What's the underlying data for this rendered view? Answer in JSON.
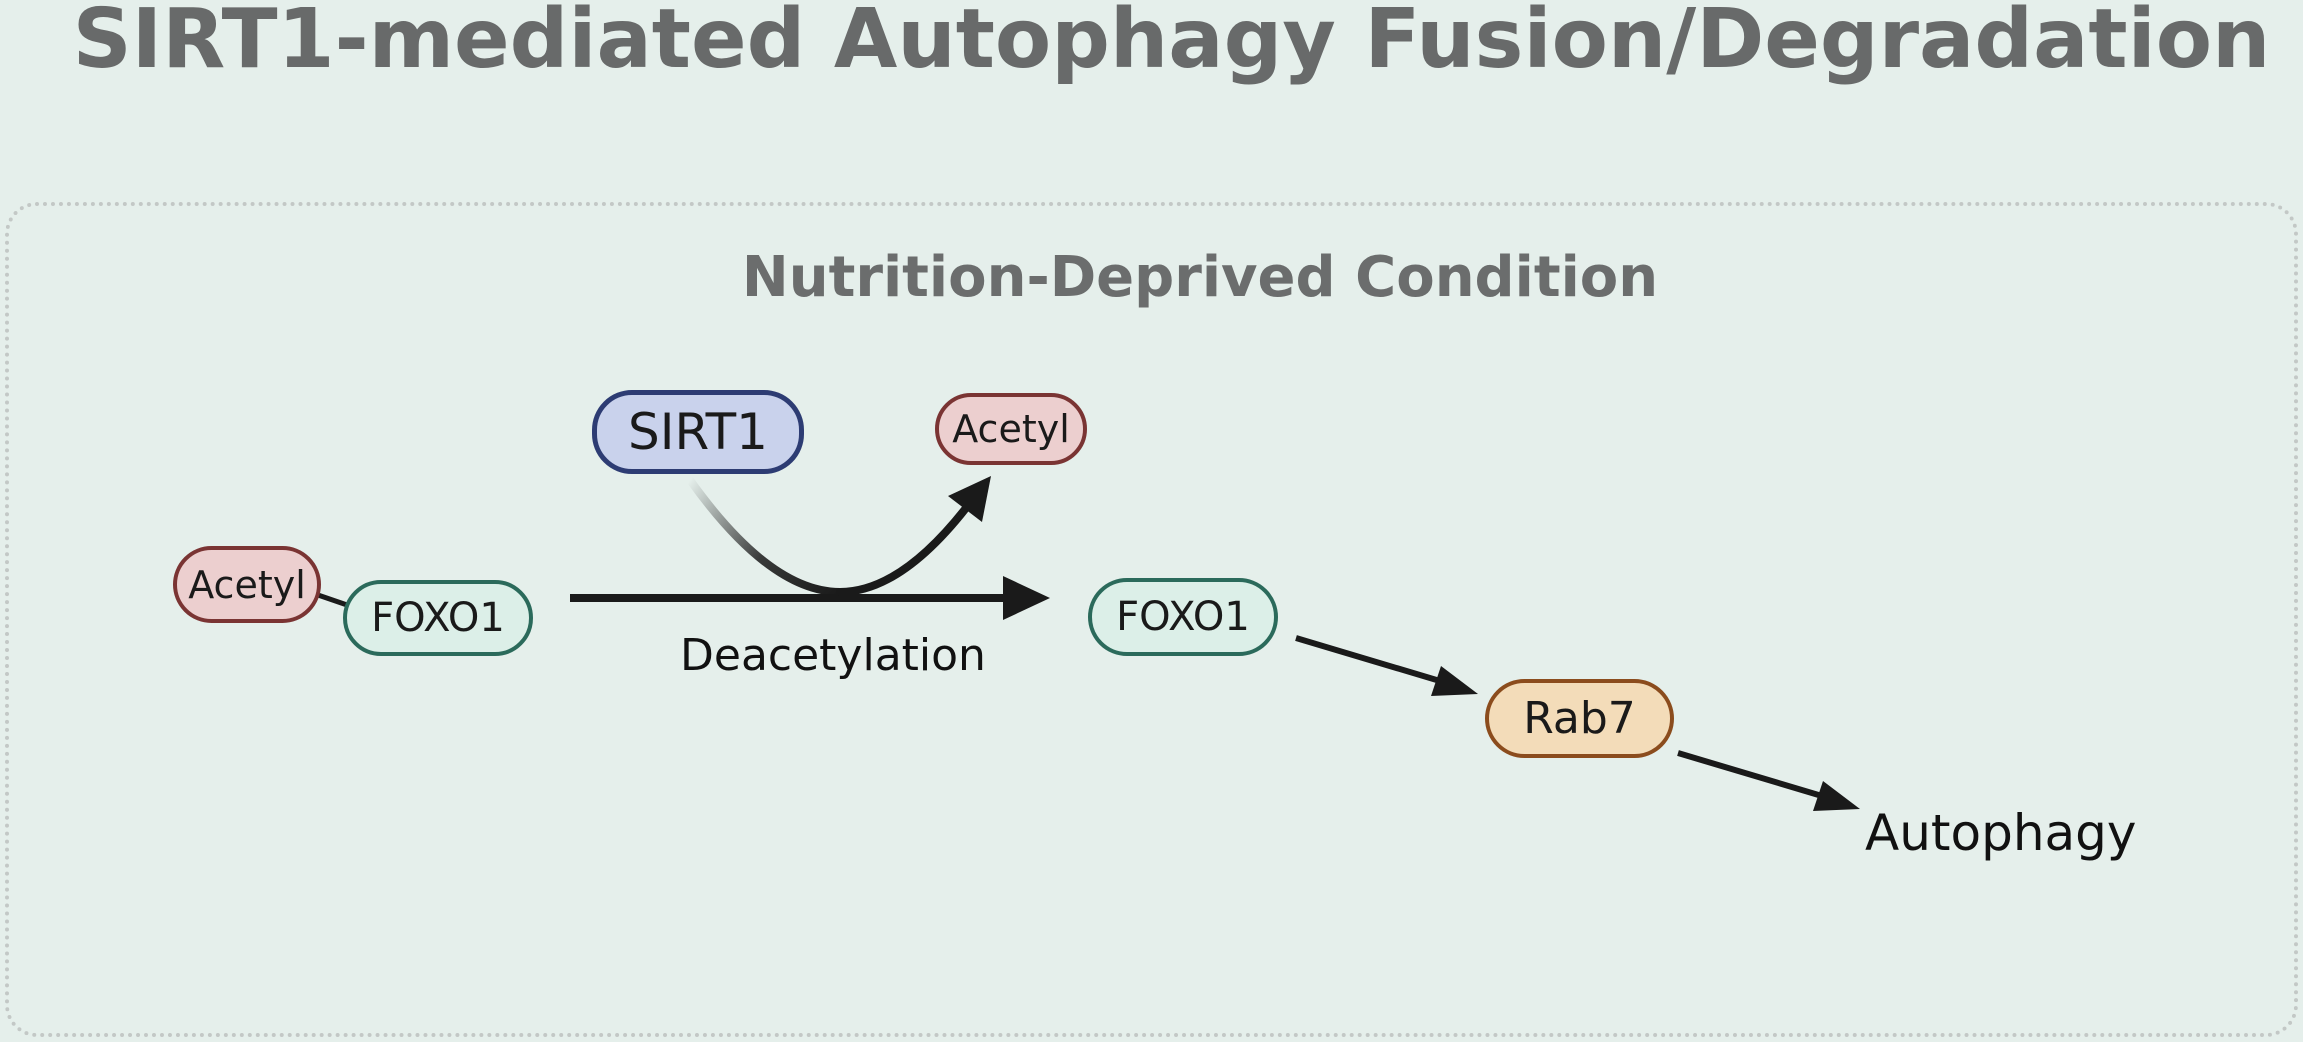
{
  "diagram": {
    "title": "SIRT1-mediated Autophagy Fusion/Degradation",
    "condition_label": "Nutrition-Deprived Condition",
    "nodes": {
      "sirt1": "SIRT1",
      "acetyl_released": "Acetyl",
      "acetyl_bound": "Acetyl",
      "foxo1_acetylated": "FOXO1",
      "foxo1_deacetylated": "FOXO1",
      "rab7": "Rab7"
    },
    "process_label": "Deacetylation",
    "outcome_label": "Autophagy"
  },
  "colors": {
    "background": "#e5efeb",
    "sirt1_fill": "#c9d2ec",
    "sirt1_border": "#2d3c73",
    "acetyl_fill": "#eccfcf",
    "acetyl_border": "#7a3433",
    "foxo1_fill": "#dcefe8",
    "foxo1_border": "#2b6a5b",
    "rab7_fill": "#f3dcb9",
    "rab7_border": "#8b4c1d",
    "arrow": "#1a1a1a"
  }
}
